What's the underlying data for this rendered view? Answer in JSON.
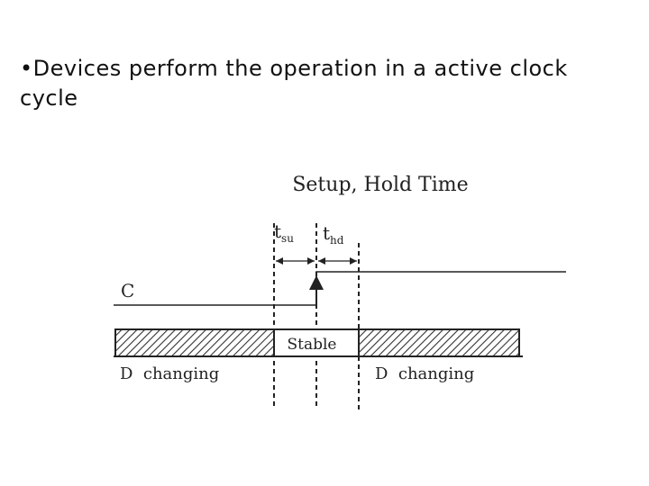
{
  "slide": {
    "bullet_text": "•Devices perform the operation in a active clock cycle"
  },
  "diagram": {
    "title": "Setup, Hold Time",
    "tsu_main": "t",
    "tsu_sub": "su",
    "thd_main": "t",
    "thd_sub": "hd",
    "clock_label": "C",
    "stable_label": "Stable",
    "d_changing_left": "D  changing",
    "d_changing_right": "D  changing",
    "line_color": "#222222"
  }
}
